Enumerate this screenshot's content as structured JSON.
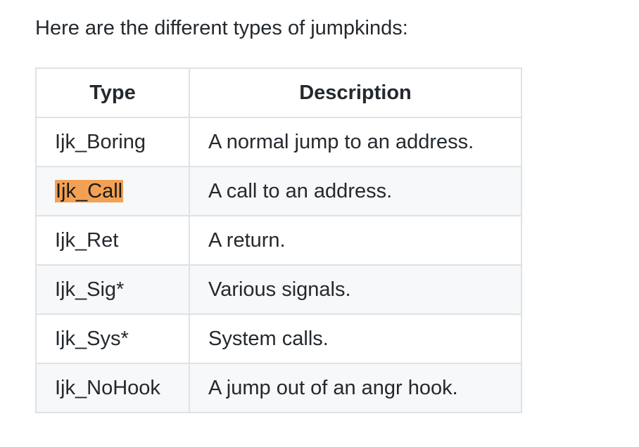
{
  "intro": "Here are the different types of jumpkinds:",
  "table": {
    "headers": [
      "Type",
      "Description"
    ],
    "rows": [
      {
        "type": "Ijk_Boring",
        "description": "A normal jump to an address."
      },
      {
        "type": "Ijk_Call",
        "description": "A call to an address.",
        "highlighted": true
      },
      {
        "type": "Ijk_Ret",
        "description": "A return."
      },
      {
        "type": "Ijk_Sig*",
        "description": "Various signals."
      },
      {
        "type": "Ijk_Sys*",
        "description": "System calls."
      },
      {
        "type": "Ijk_NoHook",
        "description": "A jump out of an angr hook."
      }
    ]
  },
  "colors": {
    "highlight": "#f2a154",
    "border": "#dfe2e5",
    "striped_row": "#f6f8fa",
    "text": "#24292e"
  }
}
